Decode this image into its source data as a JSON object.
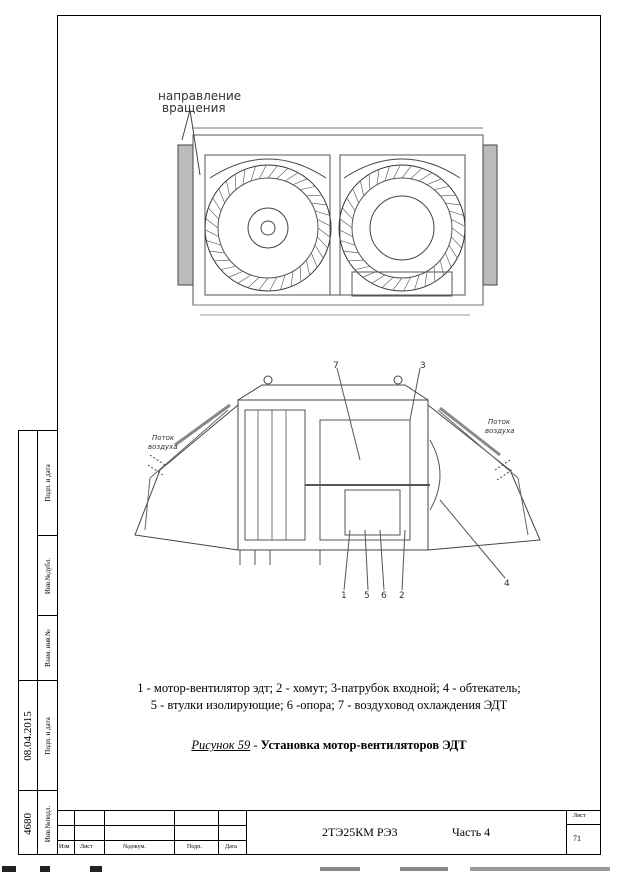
{
  "drawing": {
    "top_annotation_line1": "направление",
    "top_annotation_line2": "вращения",
    "flow_left_line1": "Поток",
    "flow_left_line2": "воздуха",
    "flow_right_line1": "Поток",
    "flow_right_line2": "воздуха",
    "callouts": [
      "7",
      "3",
      "1",
      "5",
      "6",
      "2",
      "4"
    ]
  },
  "legend": {
    "line1": "1 - мотор-вентилятор эдт; 2 - хомут; 3-патрубок входной; 4 - обтекатель;",
    "line2": "5 - втулки изолирующие; 6 -опора; 7 - воздуховод охлаждения ЭДТ"
  },
  "figure": {
    "number": "Рисунок 59",
    "separator": " - ",
    "title": "Установка мотор-вентиляторов ЭДТ"
  },
  "side_block": {
    "labels": [
      "Подп. и дата",
      "Инв.№дубл.",
      "Взам. инв.№",
      "Подп. и дата",
      "Инв.№подл."
    ],
    "date": "08.04.2015",
    "inv_number": "4680"
  },
  "title_block": {
    "headers": [
      "Изм",
      "Лист",
      "№докум.",
      "Подп.",
      "Дата"
    ],
    "document": "2ТЭ25КМ  РЭ3",
    "part": "Часть 4",
    "sheet_label": "Лист",
    "sheet_number": "71"
  }
}
